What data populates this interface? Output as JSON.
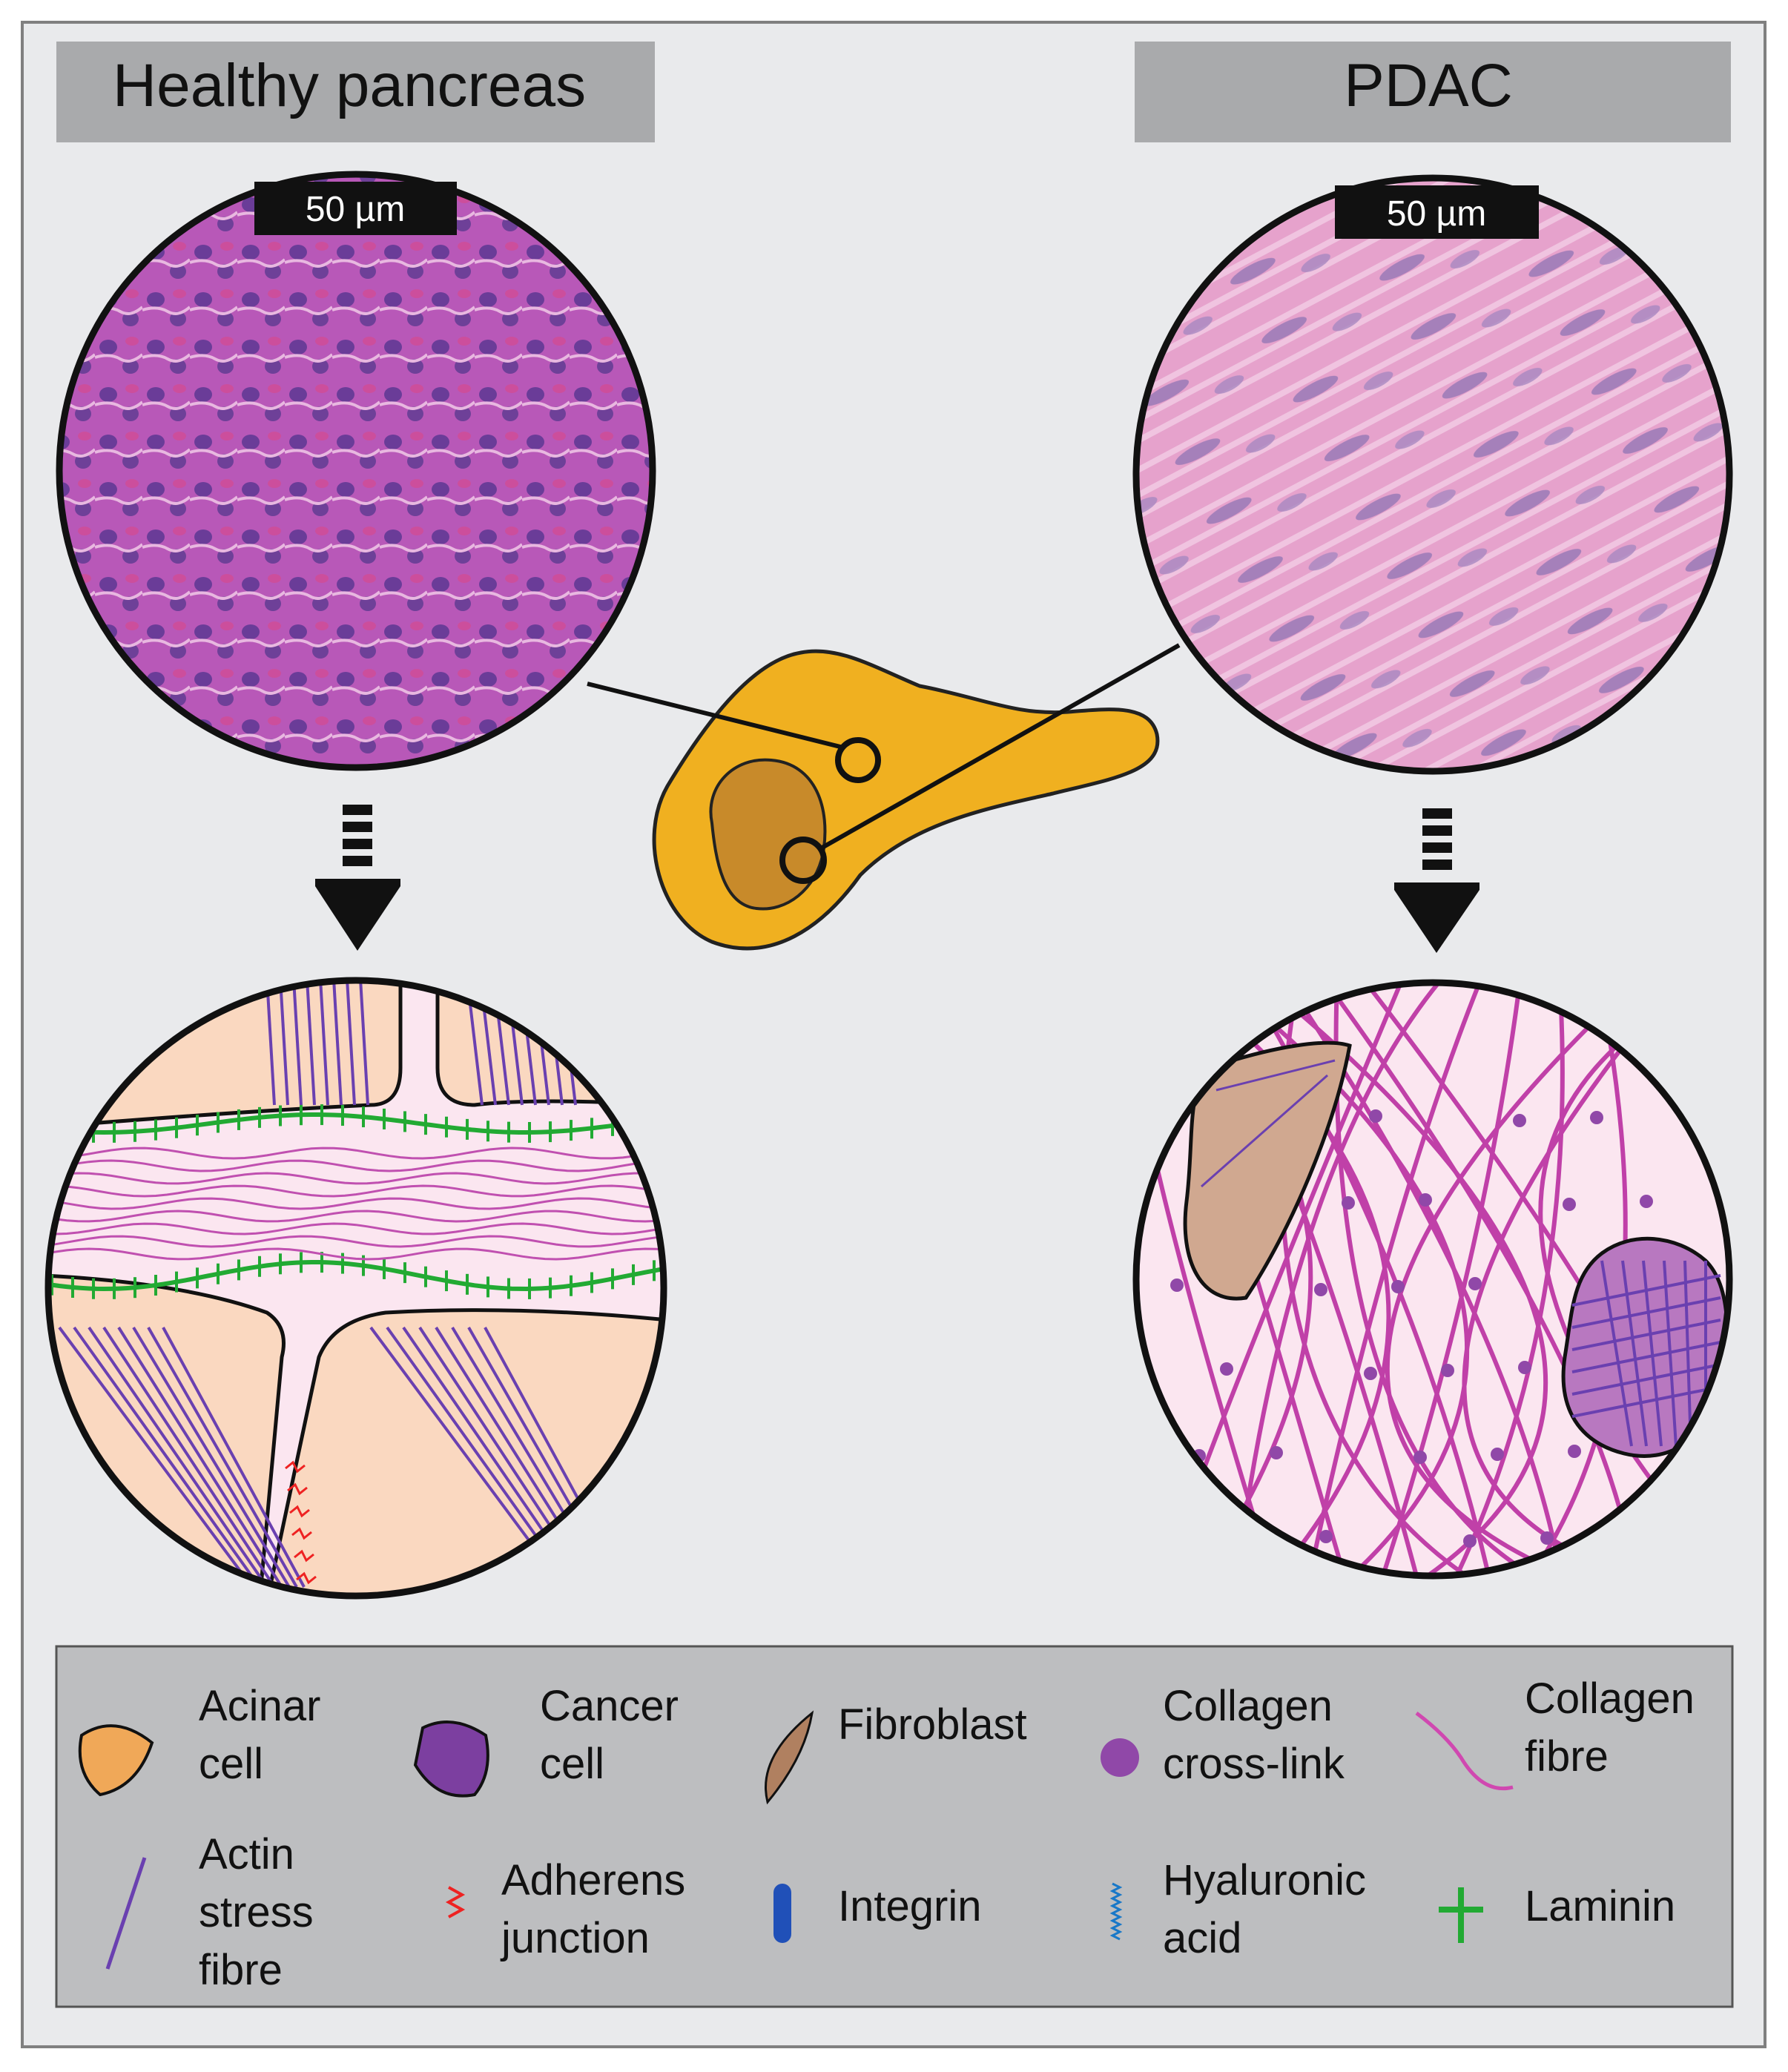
{
  "panels": {
    "healthy_title": "Healthy pancreas",
    "pdac_title": "PDAC",
    "scale_bar_left": "50 µm",
    "scale_bar_right": "50 µm"
  },
  "legend": {
    "items": [
      {
        "id": "acinar",
        "icon": "acinar-cell-icon",
        "lines": [
          "Acinar",
          "cell"
        ],
        "color": "#f0a858"
      },
      {
        "id": "cancer",
        "icon": "cancer-cell-icon",
        "lines": [
          "Cancer",
          "cell"
        ],
        "color": "#7c3fa0"
      },
      {
        "id": "fibroblast",
        "icon": "fibroblast-icon",
        "lines": [
          "Fibroblast"
        ],
        "color": "#b08060"
      },
      {
        "id": "crosslink",
        "icon": "collagen-cross-link-icon",
        "lines": [
          "Collagen",
          "cross-link"
        ],
        "color": "#9048a8"
      },
      {
        "id": "collagen_fibre",
        "icon": "collagen-fibre-icon",
        "lines": [
          "Collagen",
          "fibre"
        ],
        "color": "#d048b0"
      },
      {
        "id": "actin",
        "icon": "actin-stress-fibre-icon",
        "lines": [
          "Actin",
          "stress",
          "fibre"
        ],
        "color": "#6a40b0"
      },
      {
        "id": "adherens",
        "icon": "adherens-junction-icon",
        "lines": [
          "Adherens",
          "junction"
        ],
        "color": "#ee2222"
      },
      {
        "id": "integrin",
        "icon": "integrin-icon",
        "lines": [
          "Integrin"
        ],
        "color": "#2050b8"
      },
      {
        "id": "hyaluronic",
        "icon": "hyaluronic-acid-icon",
        "lines": [
          "Hyaluronic",
          "acid"
        ],
        "color": "#1878c8"
      },
      {
        "id": "laminin",
        "icon": "laminin-icon",
        "lines": [
          "Laminin"
        ],
        "color": "#22aa33"
      }
    ]
  },
  "colors": {
    "background": "#e9eaec",
    "header_box": "#a9aaac",
    "legend_box": "#bdbec0",
    "pancreas": "#f0b020",
    "tumour": "#c88a2a",
    "acinar_fill": "#fad8c0",
    "cancer_fill": "#b878c0",
    "fibroblast_fill": "#d0a890",
    "matrix_pink": "#fbe6f0",
    "collagen": "#c040a8",
    "laminin": "#22aa33"
  }
}
